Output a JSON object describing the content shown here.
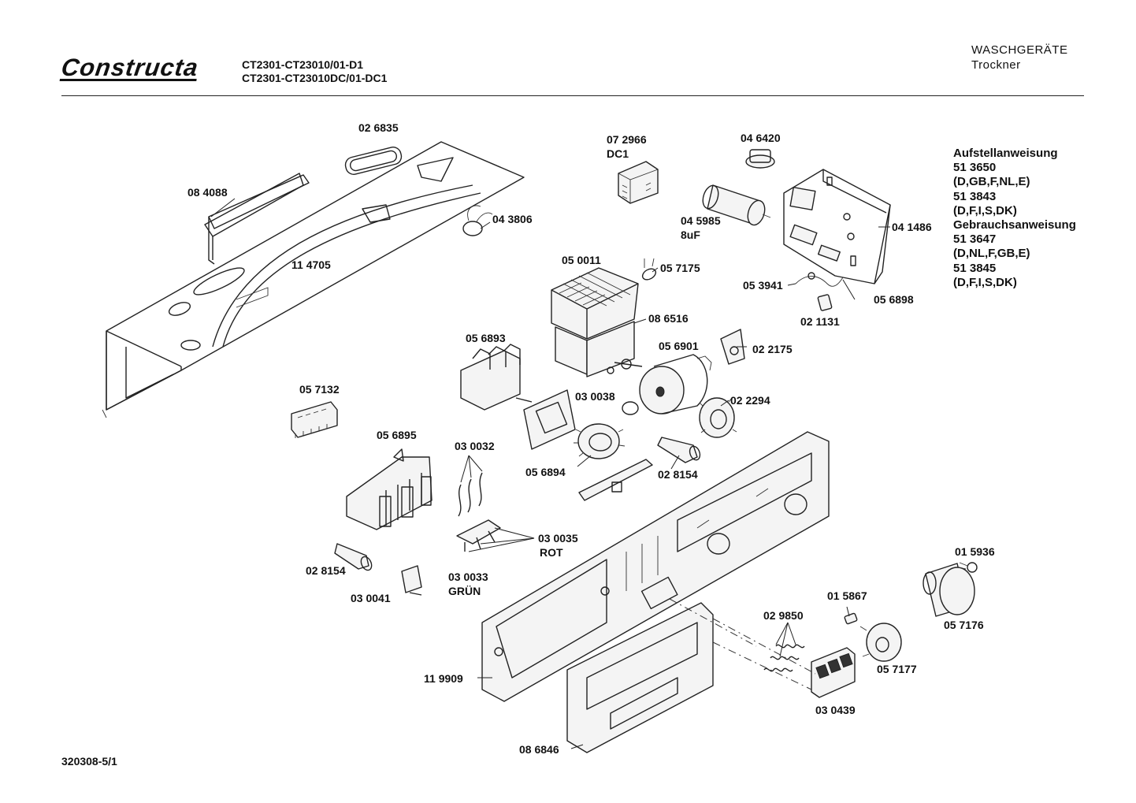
{
  "header": {
    "brand": "Constructa",
    "model_line_1": "CT2301-CT23010/01-D1",
    "model_line_2": "CT2301-CT23010DC/01-DC1",
    "category": "WASCHGERÄTE",
    "subcategory": "Trockner"
  },
  "documents": [
    "Aufstellanweisung",
    "51 3650",
    "(D,GB,F,NL,E)",
    "51 3843",
    "(D,F,I,S,DK)",
    "Gebrauchsanweisung",
    "51 3647",
    "(D,NL,F,GB,E)",
    "51 3845",
    "(D,F,I,S,DK)"
  ],
  "footer": {
    "drawing_id": "320308-5/1"
  },
  "part_labels": [
    "02 6835",
    "08 4088",
    "04 3806",
    "11 4705",
    "07 2966",
    "DC1",
    "04 6420",
    "04 5985",
    "8uF",
    "04 1486",
    "05 0011",
    "05 7175",
    "05 3941",
    "05 6898",
    "02 1131",
    "08 6516",
    "05 6893",
    "05 6901",
    "02 2175",
    "05 7132",
    "03 0038",
    "02 2294",
    "05 6895",
    "03 0032",
    "05 6894",
    "02 8154",
    "03 0035",
    "ROT",
    "03 0033",
    "GRÜN",
    "02 8154",
    "03 0041",
    "01 5936",
    "05 7176",
    "01 5867",
    "02 9850",
    "05 7177",
    "11 9909",
    "03 0439",
    "08 6846"
  ]
}
